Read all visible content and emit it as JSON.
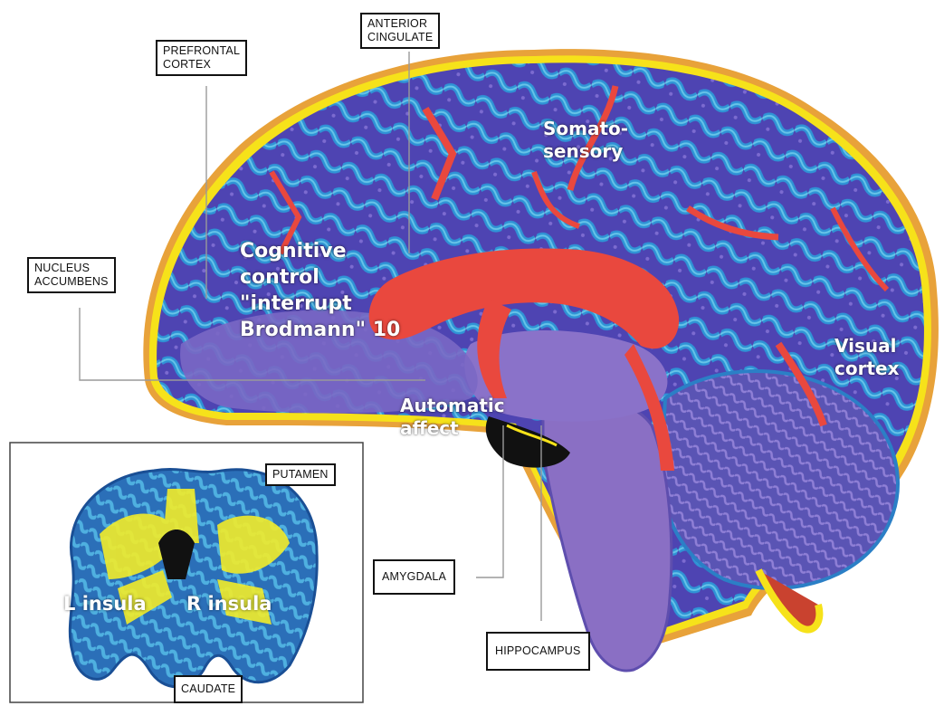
{
  "callouts": {
    "prefrontal_cortex": "PREFRONTAL\nCORTEX",
    "anterior_cingulate": "ANTERIOR\nCINGULATE",
    "nucleus_accumbens": "NUCLEUS\nACCUMBENS",
    "amygdala": "AMYGDALA",
    "hippocampus": "HIPPOCAMPUS",
    "putamen": "PUTAMEN",
    "caudate": "CAUDATE"
  },
  "regions": {
    "somatosensory": "Somato-\nsensory",
    "cognitive_control": "Cognitive\ncontrol\n\"interrupt\nBrodmann\" 10",
    "visual_cortex": "Visual\ncortex",
    "automatic_affect": "Automatic\naffect",
    "l_insula": "L insula",
    "r_insula": "R insula"
  },
  "colors": {
    "outline_yellow": "#f6e21a",
    "cortex_blue": "#2f8fd0",
    "deep_purple": "#4a3ea6",
    "violet": "#8a6fc4",
    "white_matter_red": "#e9483e",
    "inset_blue": "#2b6fb8",
    "inset_yellow": "#f2ec2a"
  }
}
